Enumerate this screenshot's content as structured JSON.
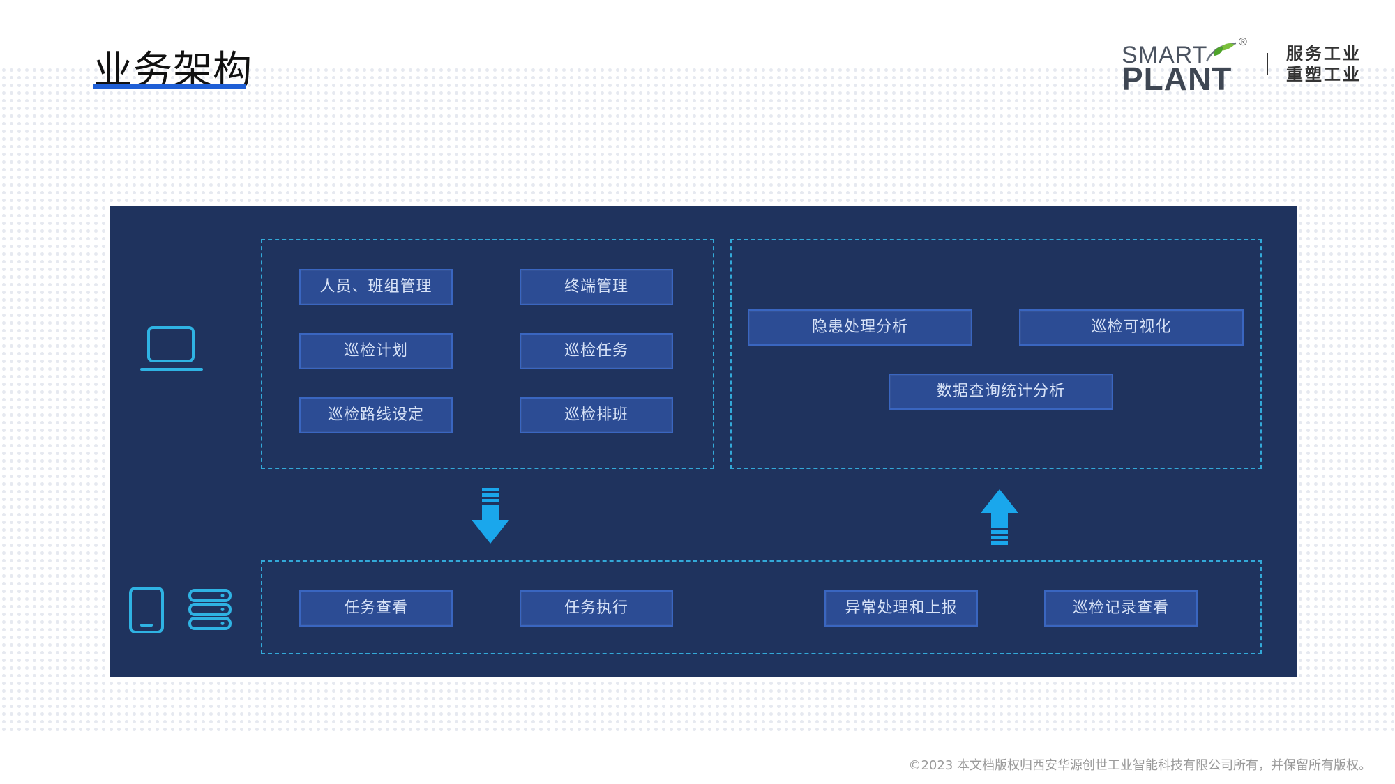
{
  "page": {
    "title": "业务架构"
  },
  "logo": {
    "line1": "SMART",
    "line2": "PLANT",
    "registered": "®",
    "slogan_line1": "服务工业",
    "slogan_line2": "重塑工业"
  },
  "management": {
    "buttons": [
      "人员、班组管理",
      "终端管理",
      "巡检计划",
      "巡检任务",
      "巡检路线设定",
      "巡检排班"
    ]
  },
  "analysis": {
    "buttons": [
      "隐患处理分析",
      "巡检可视化",
      "数据查询统计分析"
    ]
  },
  "mobile": {
    "buttons": [
      "任务查看",
      "任务执行",
      "异常处理和上报",
      "巡检记录查看"
    ]
  },
  "icons": {
    "desktop": "laptop-icon",
    "tablet": "tablet-icon",
    "server": "server-icon",
    "down_arrow": "arrow-down-icon",
    "up_arrow": "arrow-up-icon"
  },
  "colors": {
    "panel": "#1f335e",
    "button": "#2c4c94",
    "dashed_border": "#33a9d8",
    "arrow": "#1aa7ec",
    "title_underline": "#1f5fd6"
  },
  "footer": {
    "copyright": "©2023 本文档版权归西安华源创世工业智能科技有限公司所有，并保留所有版权。"
  }
}
